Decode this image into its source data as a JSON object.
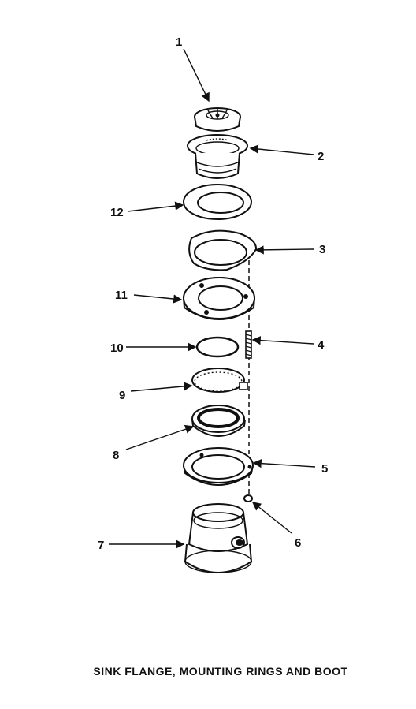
{
  "caption": "SINK FLANGE, MOUNTING RINGS AND BOOT",
  "callouts": {
    "c1": "1",
    "c2": "2",
    "c3": "3",
    "c4": "4",
    "c5": "5",
    "c6": "6",
    "c7": "7",
    "c8": "8",
    "c9": "9",
    "c10": "10",
    "c11": "11",
    "c12": "12"
  }
}
